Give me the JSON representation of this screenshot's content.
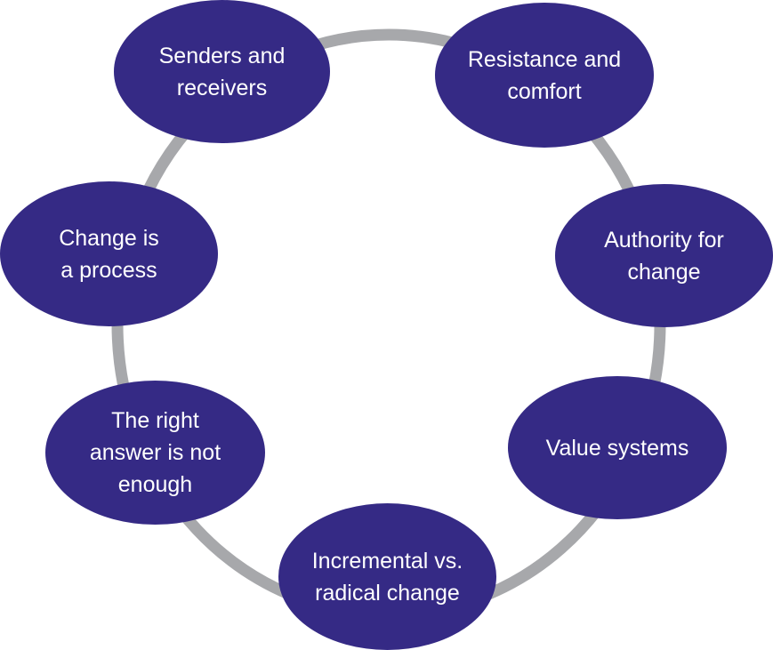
{
  "colors": {
    "node": "#352a85",
    "ring": "#a7a8ab",
    "text": "#ffffff"
  },
  "nodes": [
    {
      "lines": [
        "Senders and",
        "receivers"
      ]
    },
    {
      "lines": [
        "Resistance and",
        "comfort"
      ]
    },
    {
      "lines": [
        "Authority for",
        "change"
      ]
    },
    {
      "lines": [
        "Value systems"
      ]
    },
    {
      "lines": [
        "Incremental vs.",
        "radical change"
      ]
    },
    {
      "lines": [
        "The right",
        "answer is not",
        "enough"
      ]
    },
    {
      "lines": [
        "Change is",
        "a process"
      ]
    }
  ]
}
